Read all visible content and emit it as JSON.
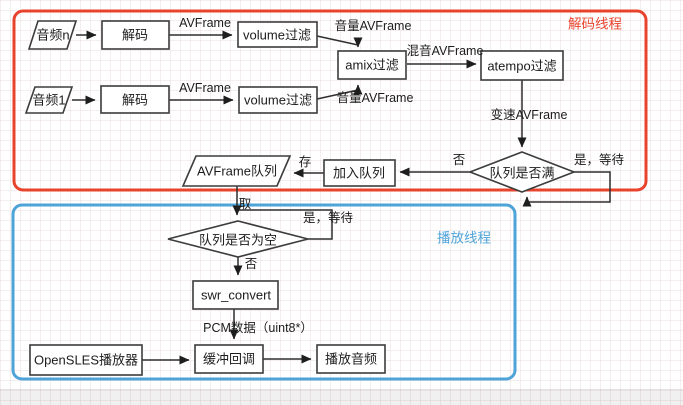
{
  "threads": {
    "decode": {
      "label": "解码线程",
      "color": "#e8432d"
    },
    "playback": {
      "label": "播放线程",
      "color": "#4ea3d9"
    }
  },
  "nodes": {
    "audio_n": "音频n",
    "audio_1": "音频1",
    "decode_n": "解码",
    "decode_1": "解码",
    "volume_n": "volume过滤",
    "volume_1": "volume过滤",
    "amix": "amix过滤",
    "atempo": "atempo过滤",
    "queue_full": "队列是否满",
    "enqueue": "加入队列",
    "avframe_queue": "AVFrame队列",
    "queue_empty": "队列是否为空",
    "swr_convert": "swr_convert",
    "opensles_player": "OpenSLES播放器",
    "buffer_callback": "缓冲回调",
    "play_audio": "播放音频"
  },
  "edge_labels": {
    "avframe_n": "AVFrame",
    "avframe_1": "AVFrame",
    "volume_avframe_n": "音量AVFrame",
    "volume_avframe_1": "音量AVFrame",
    "mixed_avframe": "混音AVFrame",
    "speed_avframe": "变速AVFrame",
    "no_decode": "否",
    "yes_wait_decode": "是，等待",
    "store": "存",
    "take": "取",
    "yes_wait_playback": "是，等待",
    "no_playback": "否",
    "pcm_data": "PCM数据（uint8*）"
  }
}
